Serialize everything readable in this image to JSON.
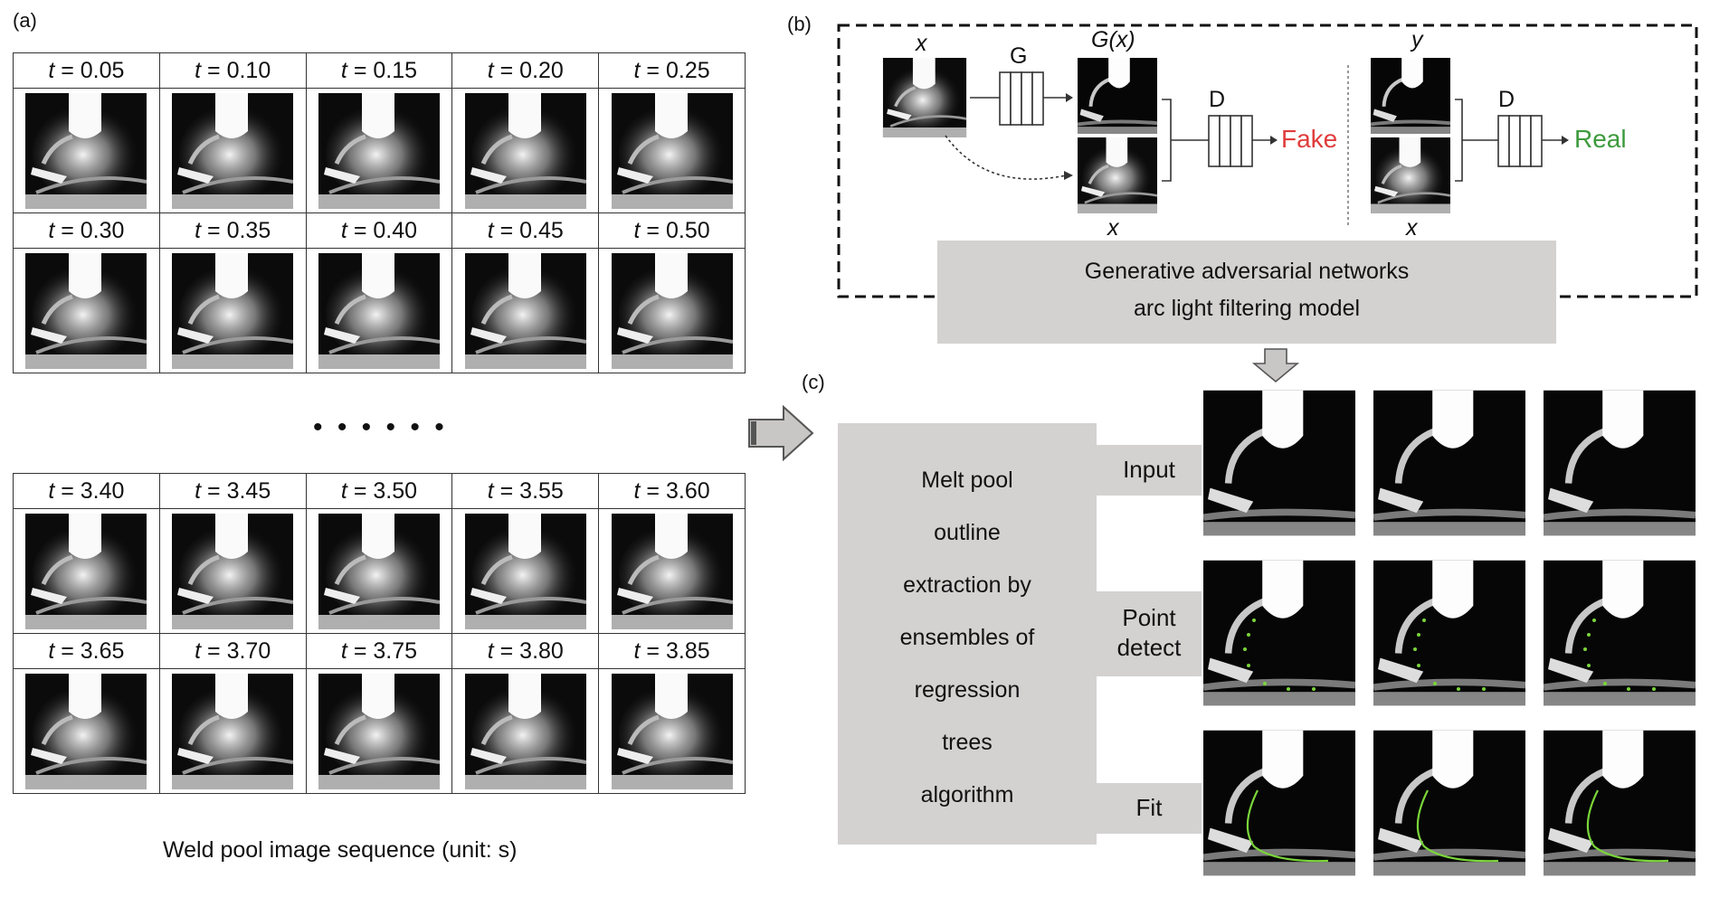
{
  "panel_a": {
    "label": "(a)",
    "upper_times": [
      [
        "0.05",
        "0.10",
        "0.15",
        "0.20",
        "0.25"
      ],
      [
        "0.30",
        "0.35",
        "0.40",
        "0.45",
        "0.50"
      ]
    ],
    "lower_times": [
      [
        "3.40",
        "3.45",
        "3.50",
        "3.55",
        "3.60"
      ],
      [
        "3.65",
        "3.70",
        "3.75",
        "3.80",
        "3.85"
      ]
    ],
    "time_var": "t",
    "eq": "=",
    "ellipsis": "• • • • • •",
    "caption": "Weld pool image sequence (unit: s)"
  },
  "panel_b": {
    "label": "(b)",
    "x_label": "x",
    "gx_label": "G(x)",
    "g_label": "G",
    "d_label": "D",
    "fake": "Fake",
    "real": "Real",
    "y_label": "y",
    "model_line1": "Generative adversarial networks",
    "model_line2": "arc light filtering model"
  },
  "panel_c": {
    "label": "(c)",
    "method_lines": [
      "Melt pool",
      "outline",
      "extraction by",
      "ensembles of",
      "regression",
      "trees",
      "algorithm"
    ],
    "stages": [
      {
        "line1": "Input",
        "line2": ""
      },
      {
        "line1": "Point",
        "line2": "detect"
      },
      {
        "line1": "Fit",
        "line2": ""
      }
    ]
  },
  "colors": {
    "fake": "#e03c3c",
    "real": "#3d9a3d",
    "grey_box": "#d4d1d1",
    "outline_green": "#7ad53a"
  }
}
